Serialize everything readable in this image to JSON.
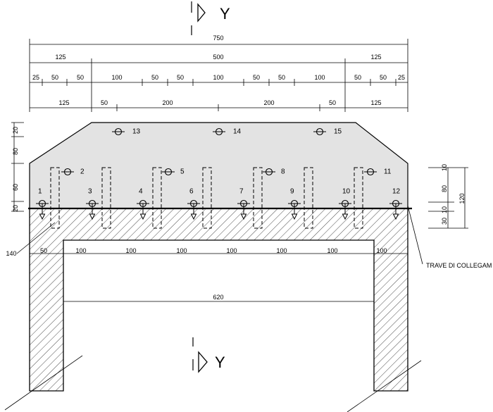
{
  "section_mark": {
    "top_label": "Y",
    "bottom_label": "Y"
  },
  "dims": {
    "overall": "750",
    "row2": [
      "125",
      "500",
      "125"
    ],
    "row3": [
      "25",
      "50",
      "50",
      "100",
      "50",
      "50",
      "100",
      "50",
      "50",
      "100",
      "50",
      "50",
      "25"
    ],
    "row4": [
      "125",
      "50",
      "200",
      "200",
      "50",
      "125"
    ],
    "left": [
      "20",
      "80",
      "60",
      "20"
    ],
    "right": [
      "10",
      "80",
      "10",
      "30"
    ],
    "right_total": "120",
    "bottom_row": [
      "50",
      "100",
      "100",
      "100",
      "100",
      "100",
      "100",
      "100"
    ],
    "opening": "620",
    "leader_140": "140"
  },
  "points": [
    {
      "label": "1"
    },
    {
      "label": "2"
    },
    {
      "label": "3"
    },
    {
      "label": "4"
    },
    {
      "label": "5"
    },
    {
      "label": "6"
    },
    {
      "label": "7"
    },
    {
      "label": "8"
    },
    {
      "label": "9"
    },
    {
      "label": "10"
    },
    {
      "label": "11"
    },
    {
      "label": "12"
    },
    {
      "label": "13"
    },
    {
      "label": "14"
    },
    {
      "label": "15"
    }
  ],
  "labels": {
    "beam": "TRAVE DI COLLEGAM"
  }
}
